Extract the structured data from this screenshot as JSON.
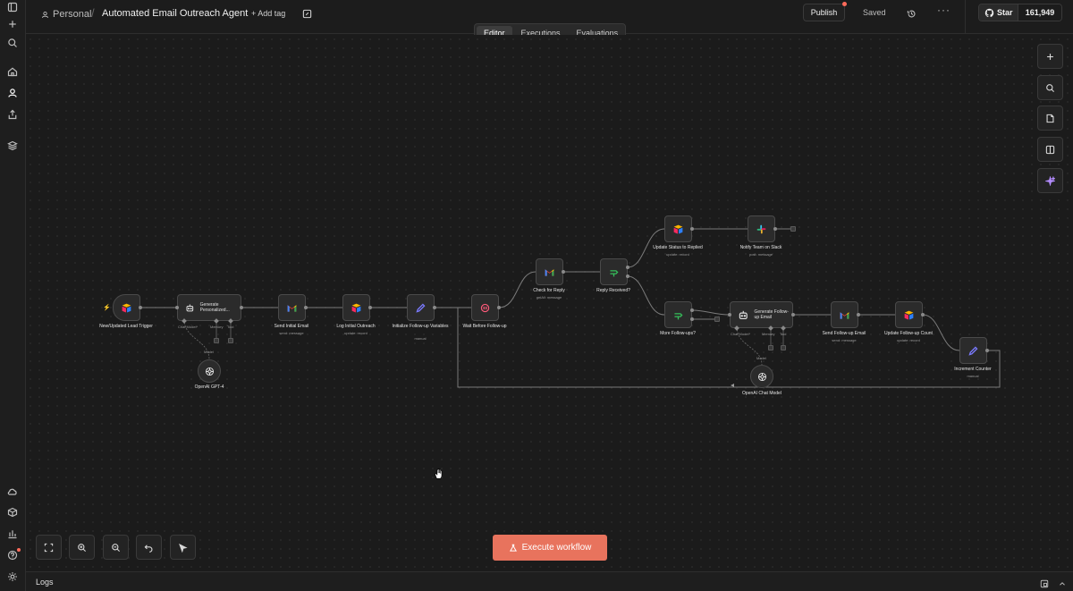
{
  "header": {
    "project": "Personal",
    "title": "Automated Email Outreach Agent",
    "add_tag": "+ Add tag",
    "tabs": [
      {
        "label": "Editor",
        "active": true
      },
      {
        "label": "Executions",
        "active": false
      },
      {
        "label": "Evaluations",
        "active": false
      }
    ],
    "publish": "Publish",
    "saved": "Saved",
    "github": {
      "star": "Star",
      "count": "161,949"
    }
  },
  "nodes": {
    "trigger": {
      "label": "New/Updated Lead Trigger"
    },
    "generate": {
      "label": "Generate Personalized...",
      "ports": {
        "chat": "Chat Model*",
        "memory": "Memory",
        "tool": "Tool"
      }
    },
    "gpt4": {
      "label": "OpenAI GPT-4",
      "port": "Model"
    },
    "send_initial": {
      "label": "Send Initial Email",
      "sub": "send: message"
    },
    "log_initial": {
      "label": "Log Initial Outreach",
      "sub": "update: record"
    },
    "init_vars": {
      "label": "Initialize Follow-up Variables",
      "sub": "manual"
    },
    "wait": {
      "label": "Wait Before Follow-up"
    },
    "check_reply": {
      "label": "Check for Reply",
      "sub": "getAll: message"
    },
    "reply_received": {
      "label": "Reply Received?"
    },
    "update_status": {
      "label": "Update Status to Replied",
      "sub": "update: record"
    },
    "notify_slack": {
      "label": "Notify Team on Slack",
      "sub": "post: message"
    },
    "more_followups": {
      "label": "More Follow-ups?"
    },
    "generate_followup": {
      "label": "Generate Follow-up Email",
      "ports": {
        "chat": "Chat Model*",
        "memory": "Memory",
        "tool": "Tool"
      }
    },
    "chat_model": {
      "label": "OpenAI Chat Model",
      "port": "Model"
    },
    "send_followup": {
      "label": "Send Follow-up Email",
      "sub": "send: message"
    },
    "update_count": {
      "label": "Update Follow-up Count",
      "sub": "update: record"
    },
    "increment": {
      "label": "Increment Counter",
      "sub": "manual"
    }
  },
  "actions": {
    "execute": "Execute workflow"
  },
  "logs": {
    "label": "Logs"
  },
  "colors": {
    "accent": "#e8735d",
    "gmail_red": "#ea4335",
    "airtable_blue": "#2d7ff9",
    "airtable_yellow": "#fcb400",
    "airtable_red": "#f82b60",
    "if_green": "#35c05a",
    "set_purple": "#7b7bff",
    "wait_red": "#ff5a7a"
  }
}
